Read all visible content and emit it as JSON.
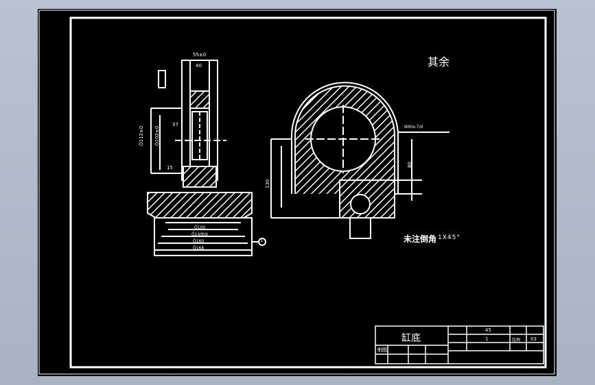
{
  "drawing": {
    "roughness_note": "其余",
    "chamfer_note": "未注倒角",
    "chamfer_value": "1X45°",
    "leader_label": "N00x-7/4",
    "part_marker": "1",
    "dims": {
      "top_width": "55±0",
      "top_inner": "40",
      "height_a": "Õ112±0",
      "height_b": "Õ102±0",
      "small_a": "37",
      "small_b": "15",
      "bottom_a": "Õ100",
      "bottom_b": "Õ140h9",
      "bottom_c": "Õ160",
      "bottom_d": "Õ168",
      "side_height": "130",
      "side_right": "80"
    }
  },
  "title_block": {
    "part_name": "缸底",
    "material": "45",
    "quantity": "1",
    "scale_label": "比例",
    "sheet": "03",
    "designer_label": "制图"
  }
}
